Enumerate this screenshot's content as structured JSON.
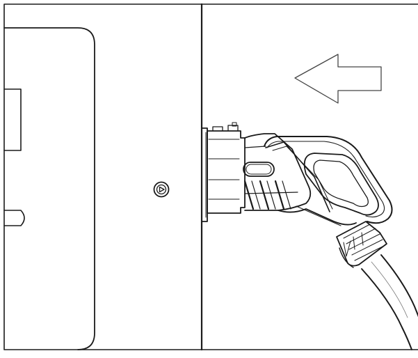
{
  "diagram": {
    "stroke_color": "#1a1a1a",
    "background": "#ffffff",
    "components": [
      {
        "name": "charging-station-panel",
        "role": "wall-mounted charger enclosure"
      },
      {
        "name": "panel-button-icon",
        "role": "circular button with play triangle"
      },
      {
        "name": "charging-connector",
        "role": "EV charging plug inserted into socket"
      },
      {
        "name": "insert-direction-arrow",
        "role": "outline arrow pointing left"
      },
      {
        "name": "charging-cable",
        "role": "cable leading from plug"
      }
    ]
  }
}
